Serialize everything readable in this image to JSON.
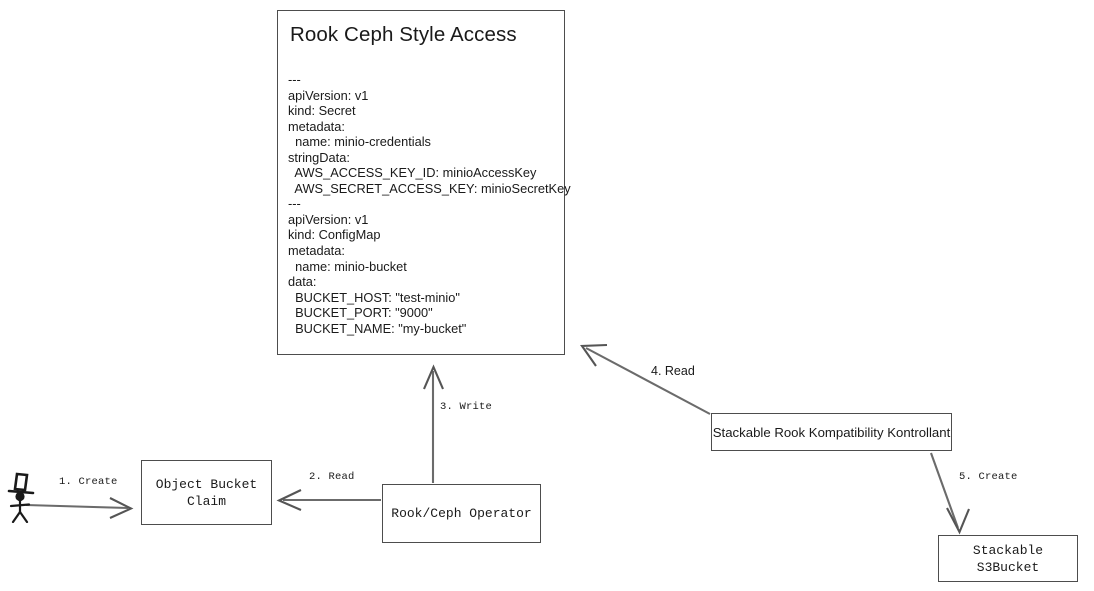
{
  "diagram": {
    "title": "Rook Ceph Style Access",
    "background": "#ffffff",
    "line_color": "#6b6b6b",
    "box_border_color": "#4d4d4d",
    "text_color": "#1a1a1a"
  },
  "yaml_panel": {
    "title": "Rook Ceph Style Access",
    "lines": [
      "---",
      "apiVersion: v1",
      "kind: Secret",
      "metadata:",
      "  name: minio-credentials",
      "stringData:",
      "  AWS_ACCESS_KEY_ID: minioAccessKey",
      "  AWS_SECRET_ACCESS_KEY: minioSecretKey",
      "---",
      "apiVersion: v1",
      "kind: ConfigMap",
      "metadata:",
      "  name: minio-bucket",
      "data:",
      "  BUCKET_HOST: \"test-minio\"",
      "  BUCKET_PORT: \"9000\"",
      "  BUCKET_NAME: \"my-bucket\""
    ]
  },
  "nodes": {
    "object_bucket_claim": {
      "label": "Object Bucket\nClaim"
    },
    "rook_ceph_operator": {
      "label": "Rook/Ceph Operator"
    },
    "stackable_rook_kompatibility_kontrollant": {
      "label": "Stackable Rook Kompatibility Kontrollant"
    },
    "stackable_s3bucket": {
      "label": "Stackable S3Bucket"
    }
  },
  "actor": {
    "name": "user-stick-figure"
  },
  "edges": [
    {
      "id": "e1",
      "label": "1. Create",
      "from": "user",
      "to": "object-bucket-claim"
    },
    {
      "id": "e2",
      "label": "2. Read",
      "from": "rook-ceph-operator",
      "to": "object-bucket-claim"
    },
    {
      "id": "e3",
      "label": "3. Write",
      "from": "rook-ceph-operator",
      "to": "yaml-panel"
    },
    {
      "id": "e4",
      "label": "4. Read",
      "from": "stackable-rook-kompatibility-kontrollant",
      "to": "yaml-panel"
    },
    {
      "id": "e5",
      "label": "5. Create",
      "from": "stackable-rook-kompatibility-kontrollant",
      "to": "stackable-s3bucket"
    }
  ]
}
